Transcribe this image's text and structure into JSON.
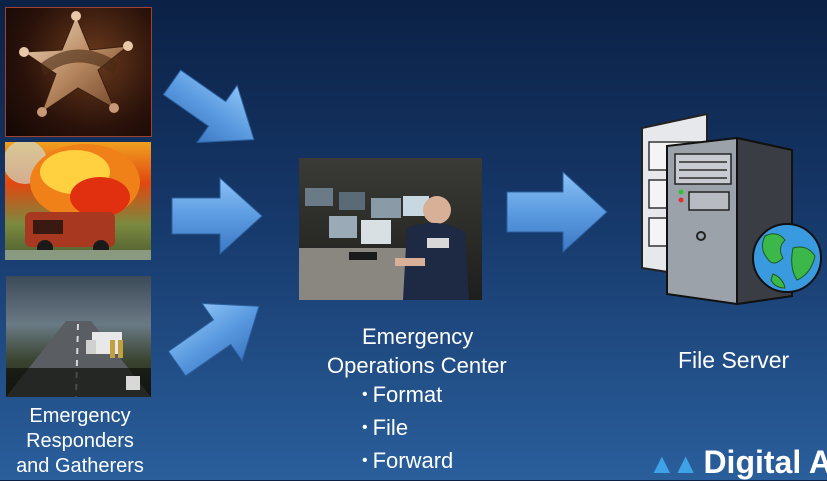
{
  "source_images": [
    {
      "name": "sheriff-badge"
    },
    {
      "name": "burning-vehicle"
    },
    {
      "name": "ambulance-road"
    }
  ],
  "center": {
    "title_line1": "Emergency",
    "title_line2": "Operations Center",
    "bullets": [
      "Format",
      "File",
      "Forward"
    ]
  },
  "left_caption": {
    "line1": "Emergency",
    "line2": "Responders",
    "line3": "and Gatherers"
  },
  "server": {
    "caption": "File Server"
  },
  "logo": {
    "text": "Digital A"
  },
  "colors": {
    "arrow": "#5b9be0",
    "logo_accent": "#3fa2e6"
  }
}
